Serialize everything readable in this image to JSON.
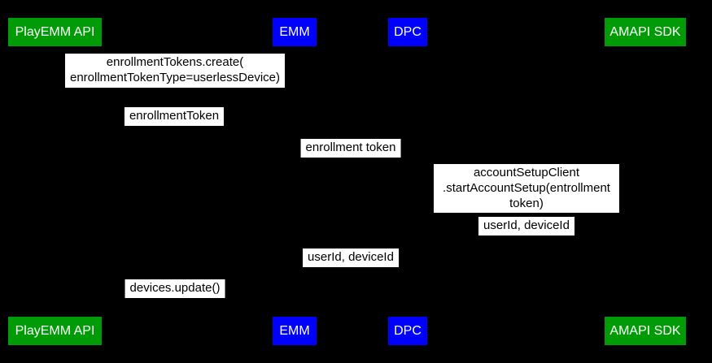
{
  "colors": {
    "background": "#000000",
    "actor_green": "#009b06",
    "actor_blue": "#0000ff",
    "actor_text": "#ffffff",
    "message_bg": "#ffffff",
    "message_text": "#000000"
  },
  "actors": [
    {
      "label": "PlayEMM API",
      "color": "#009b06"
    },
    {
      "label": "EMM",
      "color": "#0000ff"
    },
    {
      "label": "DPC",
      "color": "#0000ff"
    },
    {
      "label": "AMAPI SDK",
      "color": "#009b06"
    }
  ],
  "messages": [
    {
      "from": "EMM",
      "to": "PlayEMM API",
      "text": "enrollmentTokens.create(\nenrollmentTokenType=userlessDevice)"
    },
    {
      "from": "PlayEMM API",
      "to": "EMM",
      "text": "enrollmentToken"
    },
    {
      "from": "EMM",
      "to": "DPC",
      "text": "enrollment token"
    },
    {
      "from": "DPC",
      "to": "AMAPI SDK",
      "text": "accountSetupClient\n.startAccountSetup(entrollment token)"
    },
    {
      "from": "AMAPI SDK",
      "to": "DPC",
      "text": "userId, deviceId"
    },
    {
      "from": "DPC",
      "to": "EMM",
      "text": "userId, deviceId"
    },
    {
      "from": "EMM",
      "to": "PlayEMM API",
      "text": "devices.update()"
    }
  ]
}
